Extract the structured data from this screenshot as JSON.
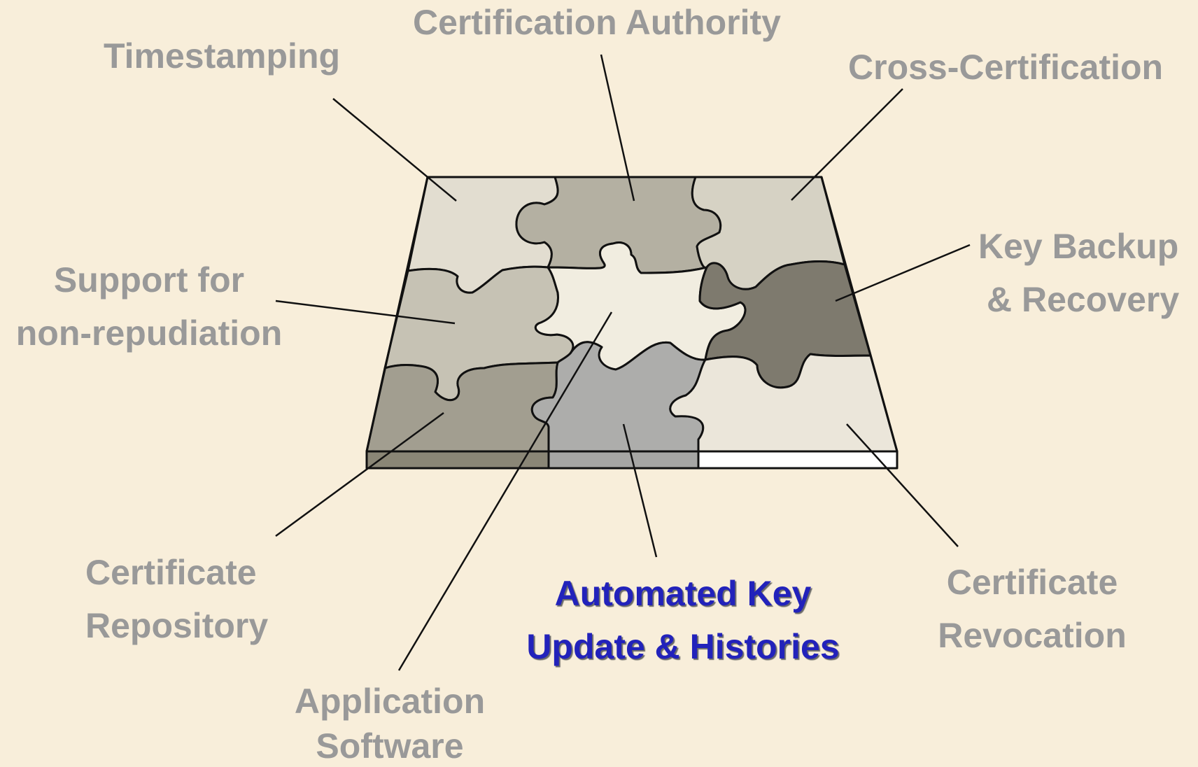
{
  "colors": {
    "background": "#f8eeda",
    "label_text": "#999999",
    "highlight_text": "#2222bb",
    "outline": "#111111"
  },
  "labels": {
    "timestamping": "Timestamping",
    "certification_authority": "Certification Authority",
    "cross_certification": "Cross-Certification",
    "key_backup": [
      "Key Backup",
      "& Recovery"
    ],
    "support_non_repudiation": [
      "Support for",
      "non-repudiation"
    ],
    "certificate_repository": [
      "Certificate",
      "Repository"
    ],
    "application_software": [
      "Application",
      "Software"
    ],
    "automated_key_update": [
      "Automated Key",
      "Update & Histories"
    ],
    "certificate_revocation": [
      "Certificate",
      "Revocation"
    ]
  },
  "highlighted_label": "automated_key_update",
  "pieces": [
    {
      "id": "timestamping",
      "color": "#e2ddd0"
    },
    {
      "id": "certification-authority",
      "color": "#b4b0a2"
    },
    {
      "id": "cross-certification",
      "color": "#d6d2c4"
    },
    {
      "id": "support-non-repudiation",
      "color": "#c6c2b4"
    },
    {
      "id": "application-software",
      "color": "#f1ede0"
    },
    {
      "id": "key-backup-recovery",
      "color": "#7e7a6e"
    },
    {
      "id": "certificate-repository",
      "color": "#a29e90"
    },
    {
      "id": "automated-key-update",
      "color": "#adadab"
    },
    {
      "id": "certificate-revocation",
      "color": "#ebe6da"
    }
  ]
}
